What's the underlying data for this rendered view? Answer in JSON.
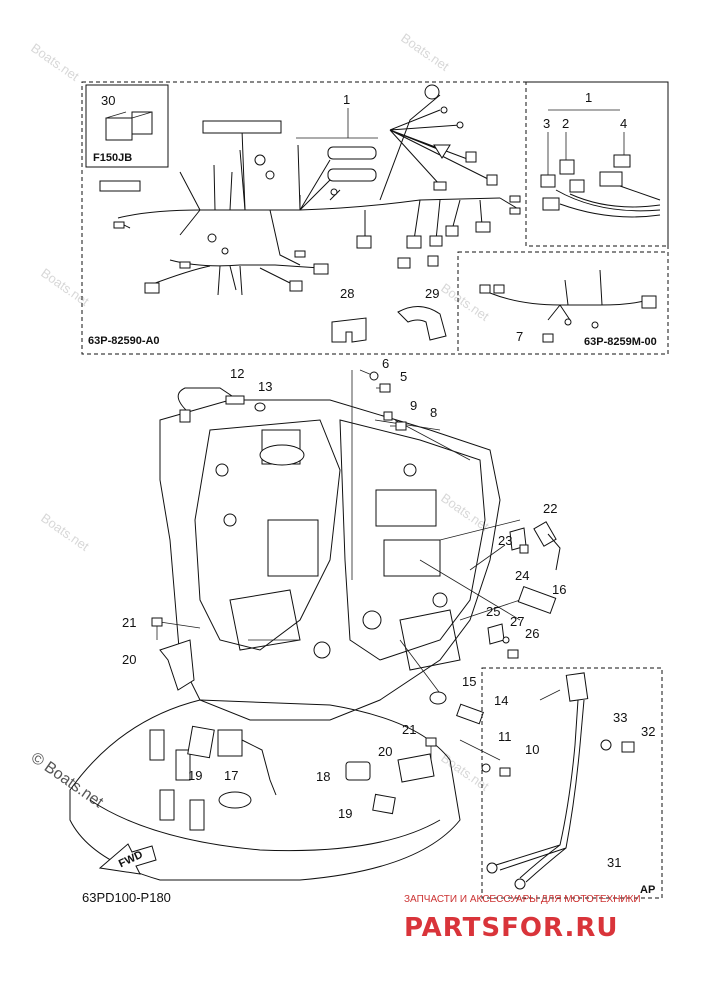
{
  "watermarks": {
    "site": "Boats.net",
    "copyright": "© Boats.net"
  },
  "box_labels": {
    "f150jb": "F150JB",
    "main_harness_code": "63P-82590-A0",
    "sub_harness_code": "63P-8259M-00",
    "ap": "AP"
  },
  "part_numbers": [
    "1",
    "1",
    "2",
    "3",
    "4",
    "5",
    "6",
    "7",
    "8",
    "9",
    "10",
    "11",
    "12",
    "13",
    "14",
    "15",
    "16",
    "17",
    "18",
    "19",
    "19",
    "20",
    "20",
    "21",
    "21",
    "22",
    "23",
    "24",
    "25",
    "26",
    "27",
    "28",
    "29",
    "30",
    "31",
    "32",
    "33"
  ],
  "callouts": {
    "c1a": "1",
    "c1b": "1",
    "c2": "2",
    "c3": "3",
    "c4": "4",
    "c5": "5",
    "c6": "6",
    "c7": "7",
    "c8": "8",
    "c9": "9",
    "c10": "10",
    "c11": "11",
    "c12": "12",
    "c13": "13",
    "c14": "14",
    "c15": "15",
    "c16": "16",
    "c17": "17",
    "c18": "18",
    "c19a": "19",
    "c19b": "19",
    "c20a": "20",
    "c20b": "20",
    "c21a": "21",
    "c21b": "21",
    "c22": "22",
    "c23": "23",
    "c24": "24",
    "c25": "25",
    "c26": "26",
    "c27": "27",
    "c28": "28",
    "c29": "29",
    "c30": "30",
    "c31": "31",
    "c32": "32",
    "c33": "33"
  },
  "direction_label": "FWD",
  "diagram_code": "63PD100-P180",
  "footer": {
    "tagline": "ЗАПЧАСТИ И АКСЕССУАРЫ ДЛЯ МОТОТЕХНИКИ",
    "brand": "PARTSFOR.RU"
  },
  "colors": {
    "line": "#111111",
    "brand_red": "#d9343a",
    "watermark": "#d8d8d8"
  }
}
